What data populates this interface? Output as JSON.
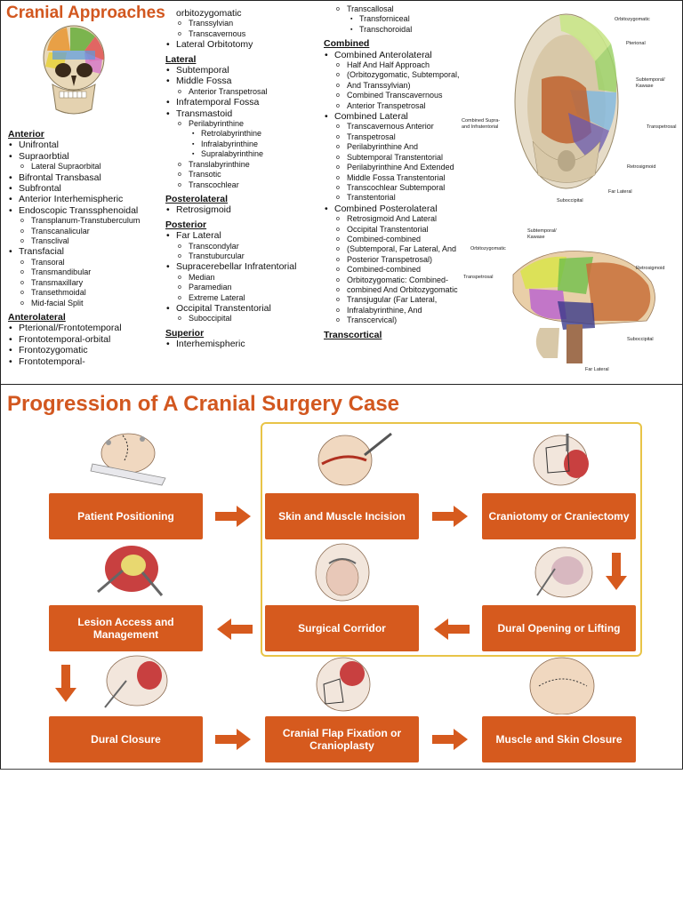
{
  "top": {
    "title": "Cranial Approaches",
    "col1": [
      {
        "t": "hd",
        "v": "Anterior"
      },
      {
        "t": "l1",
        "v": "Unifrontal"
      },
      {
        "t": "l1",
        "v": "Supraorbtial"
      },
      {
        "t": "l2",
        "v": "Lateral Supraorbital"
      },
      {
        "t": "l1",
        "v": "Bifrontal Transbasal"
      },
      {
        "t": "l1",
        "v": "Subfrontal"
      },
      {
        "t": "l1",
        "v": "Anterior Interhemispheric"
      },
      {
        "t": "l1",
        "v": "Endoscopic Transsphenoidal"
      },
      {
        "t": "l2",
        "v": "Transplanum-Transtuberculum"
      },
      {
        "t": "l2",
        "v": "Transcanalicular"
      },
      {
        "t": "l2",
        "v": "Transclival"
      },
      {
        "t": "l1",
        "v": "Transfacial"
      },
      {
        "t": "l2",
        "v": "Transoral"
      },
      {
        "t": "l2",
        "v": "Transmandibular"
      },
      {
        "t": "l2",
        "v": "Transmaxillary"
      },
      {
        "t": "l2",
        "v": "Transethmoidal"
      },
      {
        "t": "l2",
        "v": "Mid-facial Split"
      },
      {
        "t": "hd",
        "v": "Anterolateral"
      },
      {
        "t": "l1",
        "v": "Pterional/Frontotemporal"
      },
      {
        "t": "l1",
        "v": "Frontotemporal-orbital"
      },
      {
        "t": "l1",
        "v": "Frontozygomatic"
      },
      {
        "t": "l1",
        "v": "Frontotemporal-"
      }
    ],
    "col2": [
      {
        "t": "plain",
        "v": "orbitozygomatic"
      },
      {
        "t": "l2",
        "v": "Transsylvian"
      },
      {
        "t": "l2",
        "v": "Transcavernous"
      },
      {
        "t": "l1",
        "v": "Lateral Orbitotomy"
      },
      {
        "t": "hd",
        "v": "Lateral"
      },
      {
        "t": "l1",
        "v": "Subtemporal"
      },
      {
        "t": "l1",
        "v": "Middle Fossa"
      },
      {
        "t": "l2",
        "v": "Anterior Transpetrosal"
      },
      {
        "t": "l1",
        "v": "Infratemporal Fossa"
      },
      {
        "t": "l1",
        "v": "Transmastoid"
      },
      {
        "t": "l2",
        "v": "Perilabyrinthine"
      },
      {
        "t": "l3",
        "v": "Retrolabyrinthine"
      },
      {
        "t": "l3",
        "v": "Infralabyrinthine"
      },
      {
        "t": "l3",
        "v": "Supralabyrinthine"
      },
      {
        "t": "l2",
        "v": "Translabyrinthine"
      },
      {
        "t": "l2",
        "v": "Transotic"
      },
      {
        "t": "l2",
        "v": "Transcochlear"
      },
      {
        "t": "hd",
        "v": "Posterolateral"
      },
      {
        "t": "l1",
        "v": "Retrosigmoid"
      },
      {
        "t": "hd",
        "v": "Posterior"
      },
      {
        "t": "l1",
        "v": "Far Lateral"
      },
      {
        "t": "l2",
        "v": "Transcondylar"
      },
      {
        "t": "l2",
        "v": "Transtuburcular"
      },
      {
        "t": "l1",
        "v": "Supracerebellar Infratentorial"
      },
      {
        "t": "l2",
        "v": "Median"
      },
      {
        "t": "l2",
        "v": "Paramedian"
      },
      {
        "t": "l2",
        "v": "Extreme Lateral"
      },
      {
        "t": "l1",
        "v": "Occipital Transtentorial"
      },
      {
        "t": "l2",
        "v": "Suboccipital"
      },
      {
        "t": "hd",
        "v": "Superior"
      },
      {
        "t": "l1",
        "v": "Interhemispheric"
      }
    ],
    "col3": [
      {
        "t": "l2",
        "v": "Transcallosal"
      },
      {
        "t": "l3",
        "v": "Transforniceal"
      },
      {
        "t": "l3",
        "v": "Transchoroidal"
      },
      {
        "t": "hd",
        "v": "Combined"
      },
      {
        "t": "l1",
        "v": "Combined Anterolateral"
      },
      {
        "t": "l2",
        "v": "Half And Half Approach"
      },
      {
        "t": "l2",
        "v": "(Orbitozygomatic, Subtemporal,"
      },
      {
        "t": "l2",
        "v": "And Transsylvian)"
      },
      {
        "t": "l2",
        "v": "Combined Transcavernous"
      },
      {
        "t": "l2",
        "v": "Anterior Transpetrosal"
      },
      {
        "t": "l1",
        "v": "Combined Lateral"
      },
      {
        "t": "l2",
        "v": "Transcavernous Anterior"
      },
      {
        "t": "l2",
        "v": "Transpetrosal"
      },
      {
        "t": "l2",
        "v": "Perilabyrinthine And"
      },
      {
        "t": "l2",
        "v": "Subtemporal Transtentorial"
      },
      {
        "t": "l2",
        "v": "Perilabyrinthine And Extended"
      },
      {
        "t": "l2",
        "v": "Middle Fossa Transtentorial"
      },
      {
        "t": "l2",
        "v": "Transcochlear Subtemporal"
      },
      {
        "t": "l2",
        "v": "Transtentorial"
      },
      {
        "t": "l1",
        "v": "Combined Posterolateral"
      },
      {
        "t": "l2",
        "v": "Retrosigmoid And Lateral"
      },
      {
        "t": "l2",
        "v": "Occipital Transtentorial"
      },
      {
        "t": "l2",
        "v": "Combined-combined"
      },
      {
        "t": "l2",
        "v": "(Subtemporal, Far Lateral, And"
      },
      {
        "t": "l2",
        "v": "Posterior Transpetrosal)"
      },
      {
        "t": "l2",
        "v": "Combined-combined"
      },
      {
        "t": "l2",
        "v": "Orbitozygomatic: Combined-"
      },
      {
        "t": "l2",
        "v": "combined And Orbitozygomatic"
      },
      {
        "t": "l2",
        "v": "Transjugular (Far Lateral,"
      },
      {
        "t": "l2",
        "v": "Infralabyrinthine, And"
      },
      {
        "t": "l2",
        "v": "Transcervical)"
      },
      {
        "t": "hd",
        "v": "Transcortical"
      }
    ],
    "anat1_labels": {
      "orbitozygomatic": "Orbitozygomatic",
      "pterional": "Pterional",
      "subtemporal": "Subtemporal/ Kawase",
      "transpetrosal": "Transpetrosal",
      "combined": "Combined Supra- and Infratentorial",
      "retrosigmoid": "Retrosigmoid",
      "farlateral": "Far Lateral",
      "suboccipital": "Suboccipital"
    },
    "anat2_labels": {
      "subtemporal": "Subtemporal/ Kawase",
      "orbitozygomatic": "Orbitozygomatic",
      "retrosigmoid": "Retrosigmoid",
      "transpetrosal": "Transpetrosal",
      "suboccipital": "Suboccipital",
      "farlateral": "Far Lateral"
    }
  },
  "bottom": {
    "title": "Progression of A Cranial Surgery Case",
    "steps": {
      "patient_positioning": "Patient Positioning",
      "skin_incision": "Skin and Muscle Incision",
      "craniotomy": "Craniotomy or Craniectomy",
      "dural_opening": "Dural Opening or Lifting",
      "surgical_corridor": "Surgical Corridor",
      "lesion_access": "Lesion Access and Management",
      "dural_closure": "Dural Closure",
      "flap_fixation": "Cranial Flap Fixation or Cranioplasty",
      "skin_closure": "Muscle and Skin Closure"
    }
  },
  "colors": {
    "accent": "#d65a1e",
    "title": "#d2571f",
    "highlight": "#e8c447"
  }
}
